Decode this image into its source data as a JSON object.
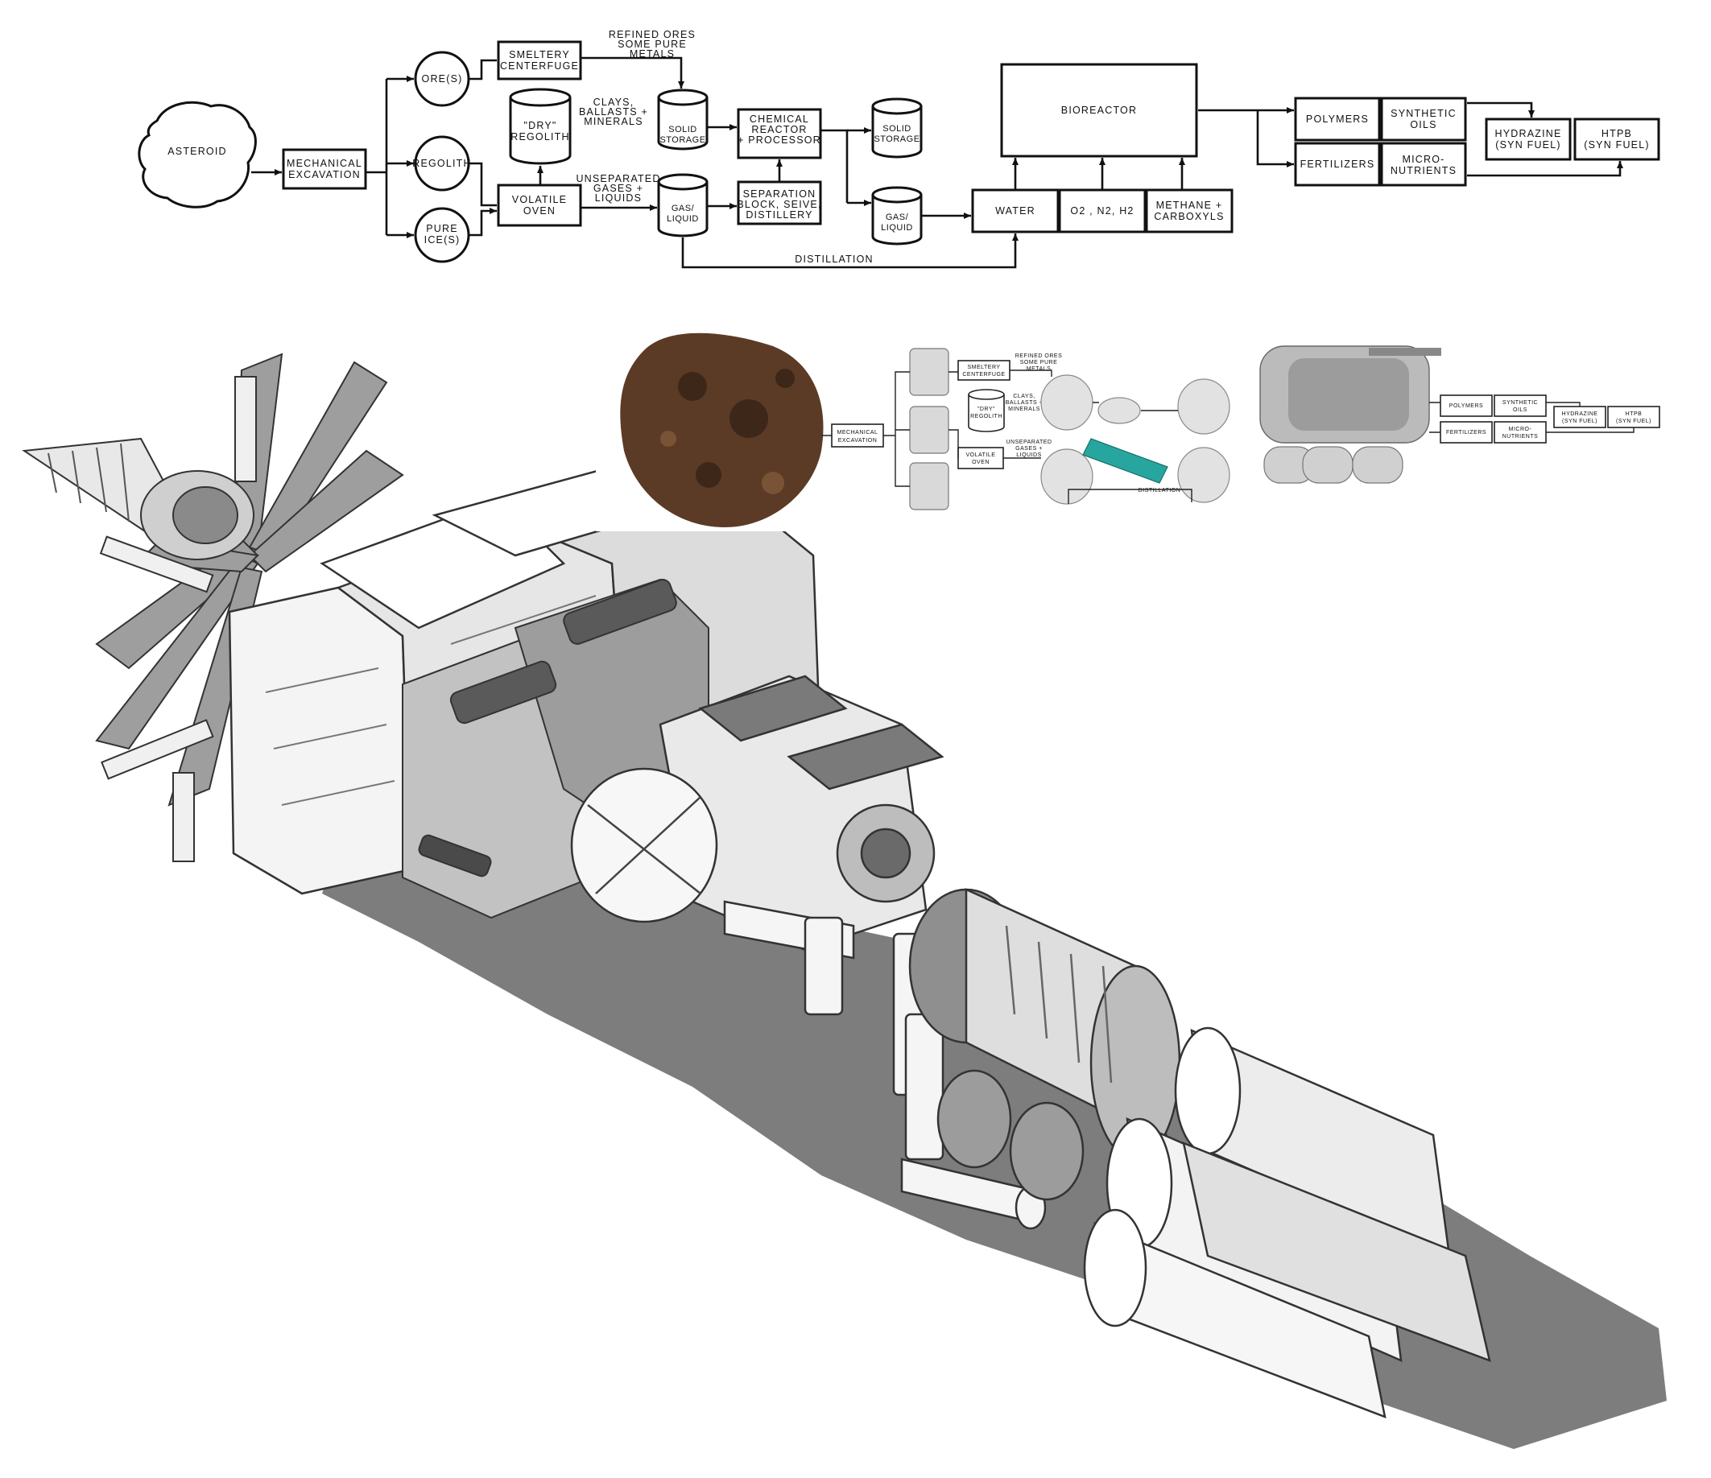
{
  "flowchart": {
    "asteroid": "ASTEROID",
    "mechanical_excavation": [
      "MECHANICAL",
      "EXCAVATION"
    ],
    "ores": "ORE(S)",
    "regolith": "REGOLITH",
    "pure_ices": [
      "PURE",
      "ICE(S)"
    ],
    "smeltery": [
      "SMELTERY",
      "CENTERFUGE"
    ],
    "refined_ores": [
      "REFINED ORES",
      "SOME PURE",
      "METALS"
    ],
    "dry_regolith": [
      "\"DRY\"",
      "REGOLITH"
    ],
    "clays": [
      "CLAYS,",
      "BALLASTS +",
      "MINERALS"
    ],
    "volatile_oven": [
      "VOLATILE",
      "OVEN"
    ],
    "unseparated": [
      "UNSEPARATED",
      "GASES +",
      "LIQUIDS"
    ],
    "solid_storage": [
      "SOLID",
      "STORAGE"
    ],
    "gas_liquid": [
      "GAS/",
      "LIQUID"
    ],
    "chemical_reactor": [
      "CHEMICAL",
      "REACTOR",
      "+ PROCESSOR"
    ],
    "separation": [
      "SEPARATION",
      "BLOCK, SEIVE,",
      "DISTILLERY"
    ],
    "distillation": "DISTILLATION",
    "bioreactor": "BIOREACTOR",
    "water": "WATER",
    "o2_n2_h2": "O2 , N2, H2",
    "methane": [
      "METHANE +",
      "CARBOXYLS"
    ],
    "polymers": "POLYMERS",
    "synthetic_oils": [
      "SYNTHETIC",
      "OILS"
    ],
    "fertilizers": "FERTILIZERS",
    "micro_nutrients": [
      "MICRO-",
      "NUTRIENTS"
    ],
    "hydrazine": [
      "HYDRAZINE",
      "(SYN FUEL)"
    ],
    "htpb": [
      "HTPB",
      "(SYN FUEL)"
    ]
  },
  "colors": {
    "line": "#111111",
    "asteroid_brown": "#5b3b26",
    "tank_grey": "#d9d9d9",
    "ship_shadow": "#6f6f6f",
    "ship_light": "#f2f2f2",
    "ship_mid": "#b5b5b5",
    "ship_dark": "#4a4a4a",
    "separator_teal": "#27a6a0"
  }
}
